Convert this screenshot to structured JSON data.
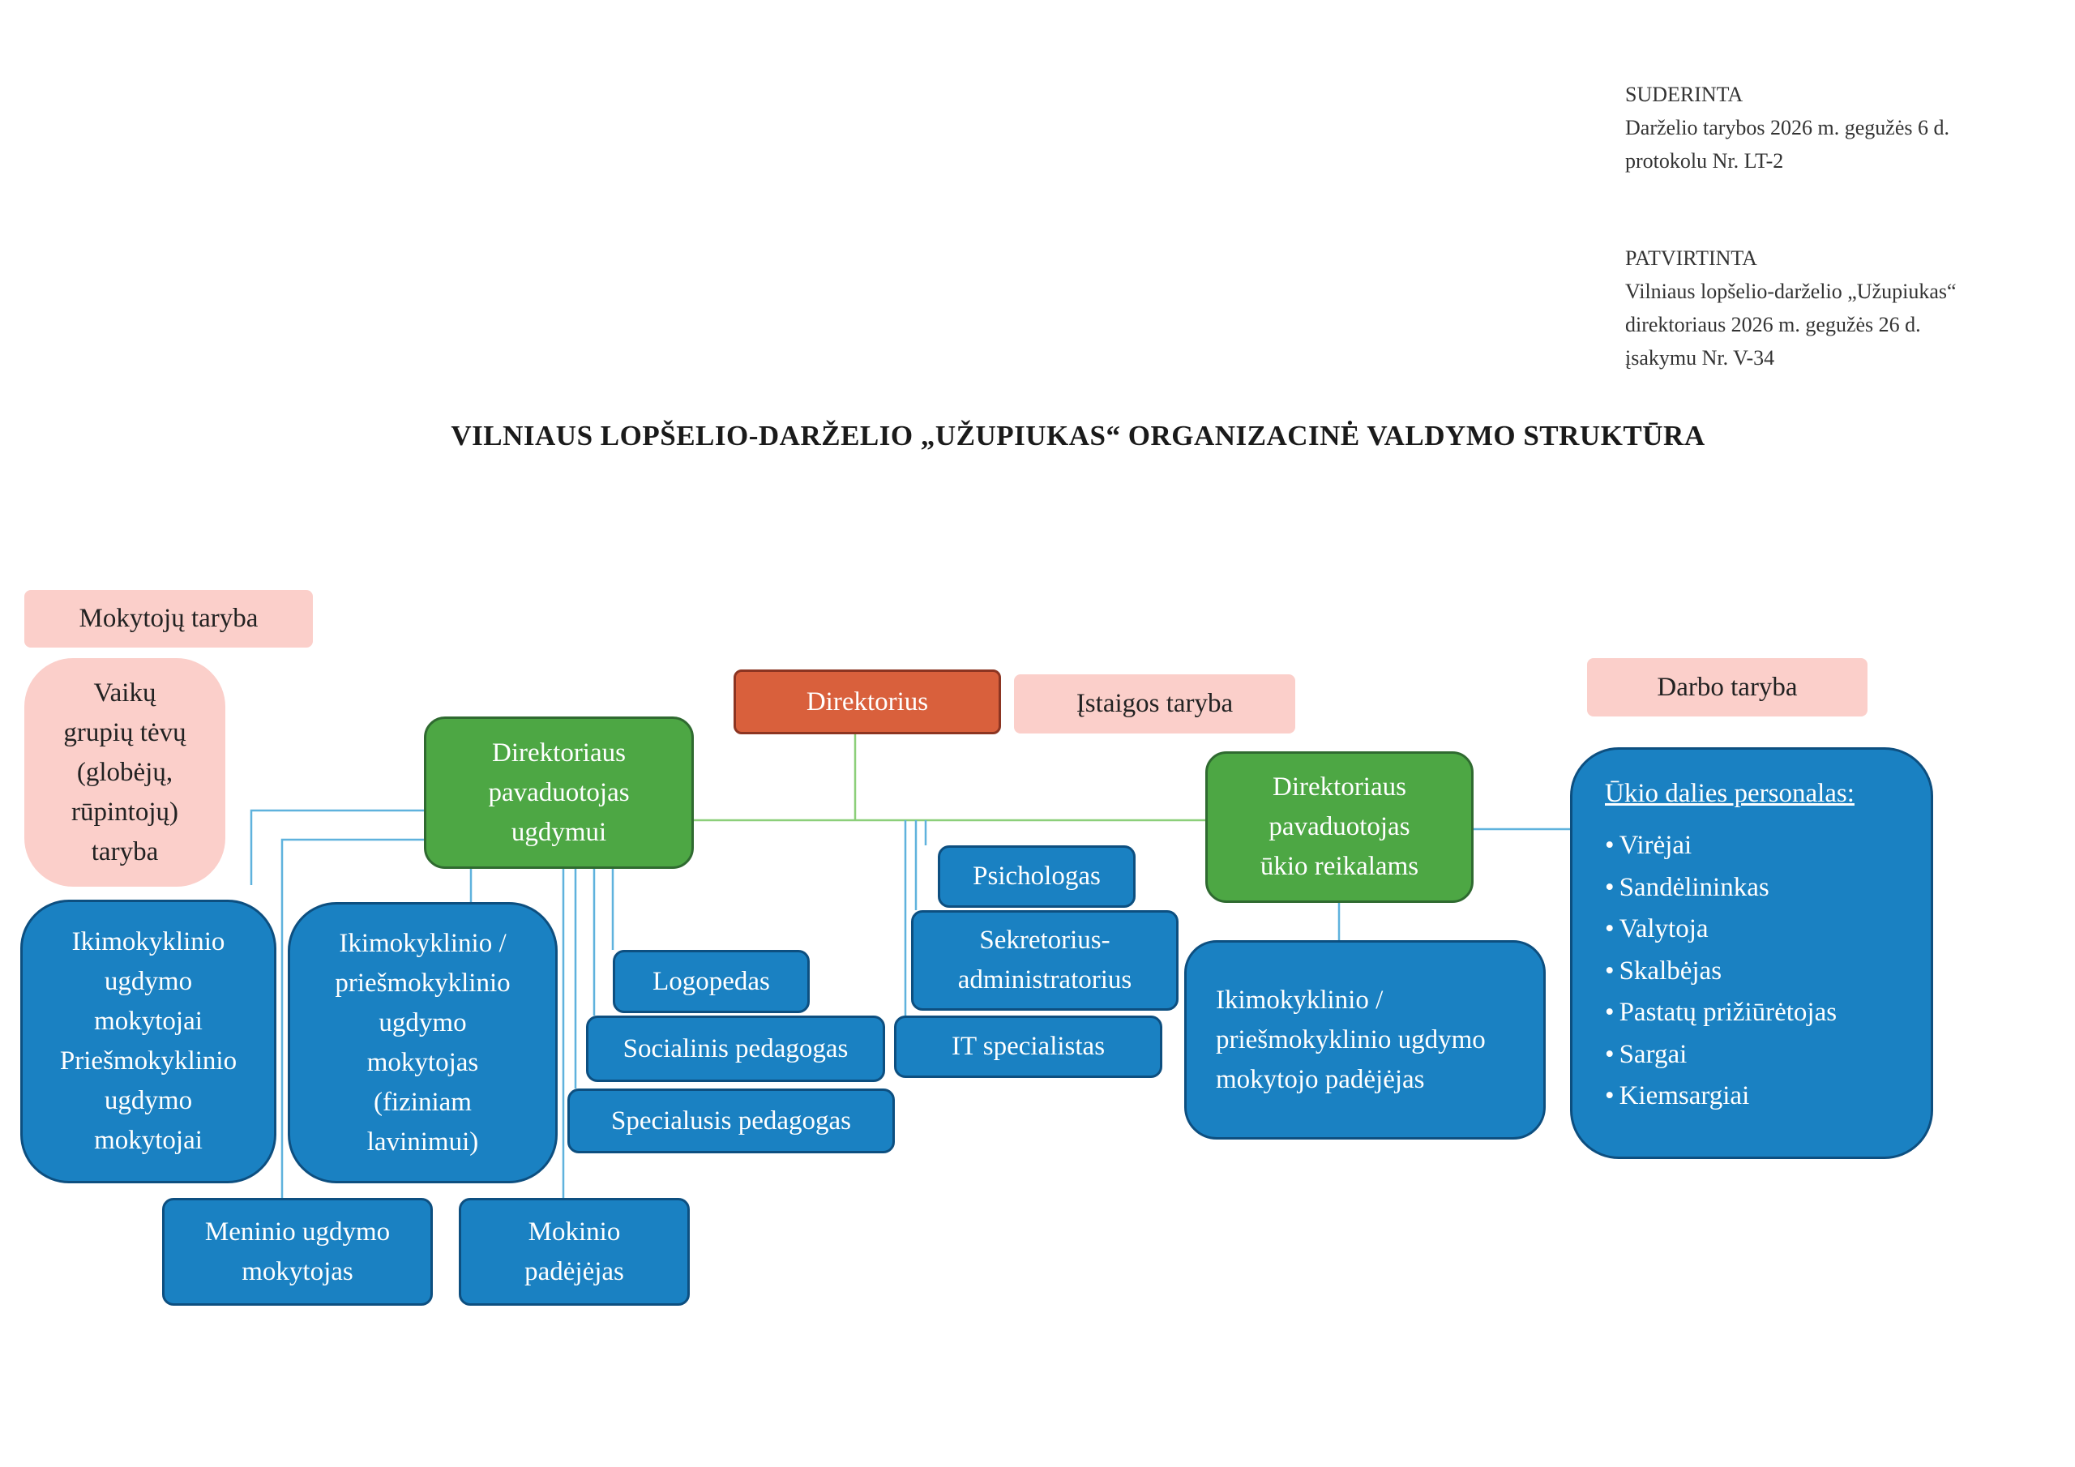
{
  "approvals": [
    {
      "label": "SUDERINTA",
      "lines": [
        "Darželio tarybos 2026 m. gegužės 6 d.",
        "protokolu Nr. LT-2"
      ]
    },
    {
      "label": "PATVIRTINTA",
      "lines": [
        "Vilniaus lopšelio-darželio „Užupiukas“",
        "direktoriaus 2026 m. gegužės 26 d.",
        "įsakymu Nr. V-34"
      ]
    }
  ],
  "title": "VILNIAUS LOPŠELIO-DARŽELIO „UŽUPIUKAS“ ORGANIZACINĖ VALDYMO STRUKTŪRA",
  "nodes": {
    "mokytoju_taryba": "Mokytojų taryba",
    "tevu_taryba": "Vaikų\ngrupių tėvų\n(globėjų,\nrūpintojų)\ntaryba",
    "direktorius": "Direktorius",
    "istaigos_taryba": "Įstaigos taryba",
    "darbo_taryba": "Darbo taryba",
    "pavaduotojas_ugdymui": "Direktoriaus\npavaduotojas\nugdymui",
    "pavaduotojas_ukio": "Direktoriaus\npavaduotojas\nūkio reikalams",
    "psichologas": "Psichologas",
    "sekretorius": "Sekretorius-\nadministratorius",
    "it": "IT specialistas",
    "logopedas": "Logopedas",
    "socialinis": "Socialinis pedagogas",
    "specialusis": "Specialusis pedagogas",
    "ikimokyklinio_mokytojai": "Ikimokyklinio\nugdymo\nmokytojai\nPriešmokyklinio\nugdymo\nmokytojai",
    "fizinis": "Ikimokyklinio /\npriešmokyklinio\nugdymo\nmokytojas\n(fiziniam\nlavinimui)",
    "menininis": "Meninio ugdymo\nmokytojas",
    "mokinio_padejejas": "Mokinio\npadėjėjas",
    "mokytojo_padejejas": "Ikimokyklinio /\npriešmokyklinio ugdymo\nmokytojo padėjėjas"
  },
  "staff": {
    "title": "Ūkio dalies personalas:",
    "items": [
      "Virėjai",
      "Sandėlininkas",
      "Valytoja",
      "Skalbėjas",
      "Pastatų prižiūrėtojas",
      "Sargai",
      "Kiemsargiai"
    ]
  },
  "colors": {
    "line_green": "#8ccf7a",
    "line_blue": "#5fb2dd",
    "box_blue": "#1a81c2",
    "box_green": "#4da744",
    "box_red": "#d9603c",
    "box_pink": "#fbcfca"
  }
}
